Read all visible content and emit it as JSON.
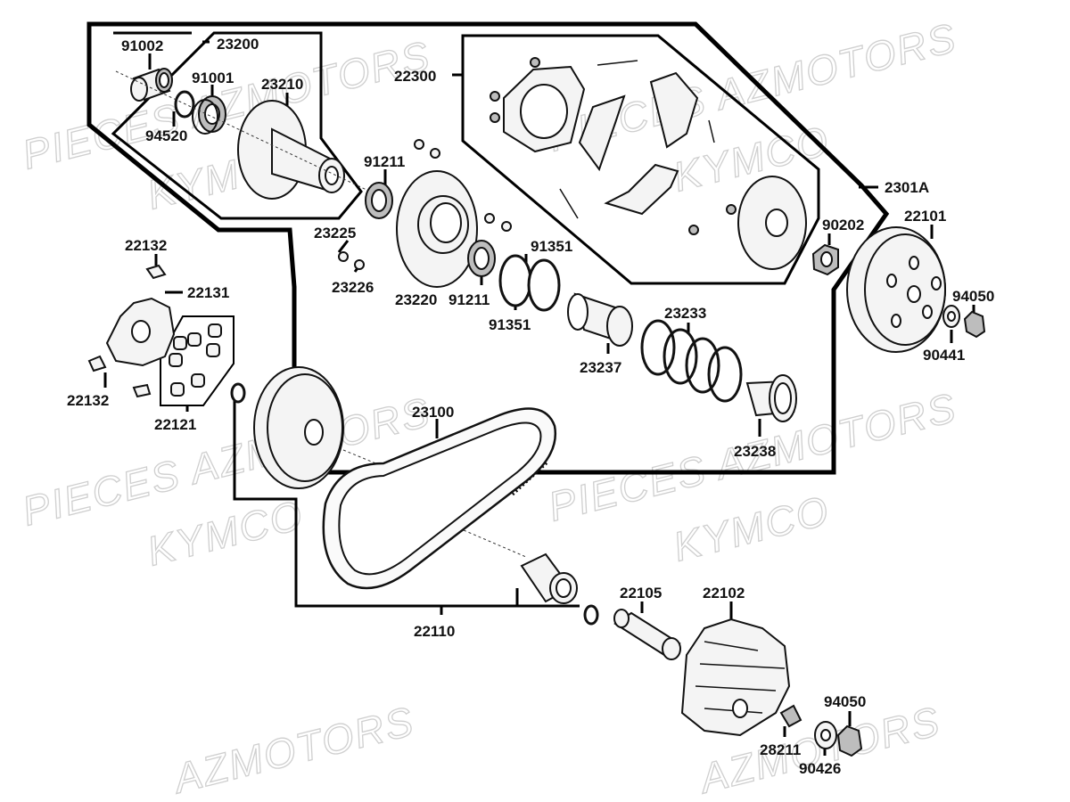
{
  "watermarks": [
    {
      "text": "PIECES AZMOTORS"
    },
    {
      "text": "KYMCO"
    },
    {
      "text": "PIECES AZMOTORS"
    },
    {
      "text": "KYMCO"
    },
    {
      "text": "PIECES AZMOTORS"
    },
    {
      "text": "KYMCO"
    },
    {
      "text": "PIECES AZMOTORS"
    },
    {
      "text": "KYMCO"
    },
    {
      "text": "AZMOTORS"
    },
    {
      "text": "AZMOTORS"
    }
  ],
  "labels": {
    "p91002": "91002",
    "p23200": "23200",
    "p91001": "91001",
    "p23210": "23210",
    "p94520": "94520",
    "p22300": "22300",
    "p91211a": "91211",
    "p23225": "23225",
    "p23226": "23226",
    "p23220": "23220",
    "p91211b": "91211",
    "p91351a": "91351",
    "p91351b": "91351",
    "p23233": "23233",
    "p23237": "23237",
    "p23238": "23238",
    "p2301A": "2301A",
    "p22101": "22101",
    "p90202": "90202",
    "p94050a": "94050",
    "p90441": "90441",
    "p22132a": "22132",
    "p22131": "22131",
    "p22132b": "22132",
    "p22121": "22121",
    "p23100": "23100",
    "p22110": "22110",
    "p22105": "22105",
    "p22102": "22102",
    "p94050b": "94050",
    "p28211": "28211",
    "p90426": "90426"
  }
}
